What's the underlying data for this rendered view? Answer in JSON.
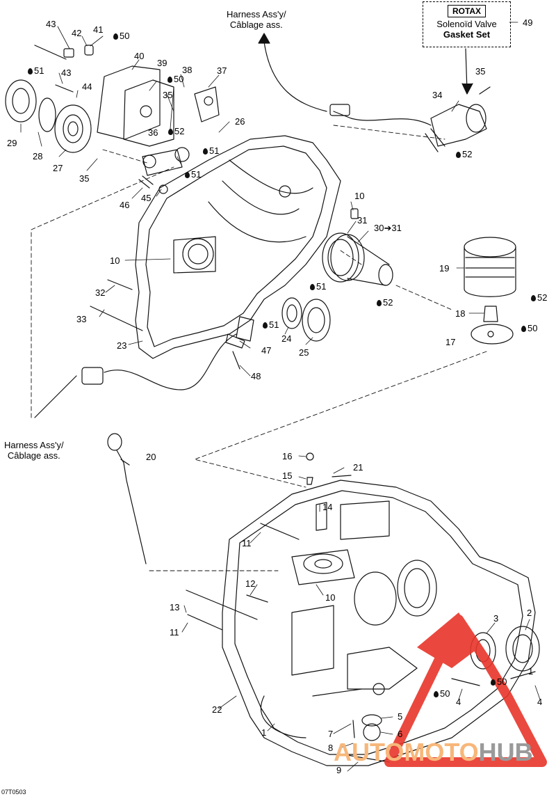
{
  "drawing_id": "07T0503",
  "watermark": {
    "part1": "AUTOMOTO",
    "part2": "HUB",
    "color_accent": "#e8352a",
    "color_orange": "#f5a35c",
    "color_gray": "#8c8c8c"
  },
  "harness_top": {
    "line1": "Harness Ass'y/",
    "line2": "Câblage ass."
  },
  "harness_left": {
    "line1": "Harness Ass'y/",
    "line2": "Câblage ass."
  },
  "kit": {
    "brand": "ROTAX",
    "line1": "Solenoïd Valve",
    "line2": "Gasket Set",
    "number": "49"
  },
  "callouts": [
    {
      "id": "c43a",
      "text": "43"
    },
    {
      "id": "c42",
      "text": "42"
    },
    {
      "id": "c41",
      "text": "41"
    },
    {
      "id": "c50a",
      "text": "50"
    },
    {
      "id": "c40",
      "text": "40"
    },
    {
      "id": "c39",
      "text": "39"
    },
    {
      "id": "c38",
      "text": "38"
    },
    {
      "id": "c37",
      "text": "37"
    },
    {
      "id": "c51a",
      "text": "51"
    },
    {
      "id": "c43b",
      "text": "43"
    },
    {
      "id": "c44",
      "text": "44"
    },
    {
      "id": "c50b",
      "text": "50"
    },
    {
      "id": "c35a",
      "text": "35"
    },
    {
      "id": "c52a",
      "text": "52"
    },
    {
      "id": "c36",
      "text": "36"
    },
    {
      "id": "c26",
      "text": "26"
    },
    {
      "id": "c51b",
      "text": "51"
    },
    {
      "id": "c29",
      "text": "29"
    },
    {
      "id": "c28",
      "text": "28"
    },
    {
      "id": "c27",
      "text": "27"
    },
    {
      "id": "c35b",
      "text": "35"
    },
    {
      "id": "c46",
      "text": "46"
    },
    {
      "id": "c45",
      "text": "45"
    },
    {
      "id": "c51c",
      "text": "51"
    },
    {
      "id": "c35c",
      "text": "35"
    },
    {
      "id": "c34",
      "text": "34"
    },
    {
      "id": "c52b",
      "text": "52"
    },
    {
      "id": "c10a",
      "text": "10"
    },
    {
      "id": "c31",
      "text": "31"
    },
    {
      "id": "c30",
      "text": "30➔31"
    },
    {
      "id": "c10b",
      "text": "10"
    },
    {
      "id": "c19",
      "text": "19"
    },
    {
      "id": "c52c",
      "text": "52"
    },
    {
      "id": "c51d",
      "text": "51"
    },
    {
      "id": "c52d",
      "text": "52"
    },
    {
      "id": "c32",
      "text": "32"
    },
    {
      "id": "c33",
      "text": "33"
    },
    {
      "id": "c18",
      "text": "18"
    },
    {
      "id": "c50c",
      "text": "50"
    },
    {
      "id": "c51e",
      "text": "51"
    },
    {
      "id": "c24",
      "text": "24"
    },
    {
      "id": "c17",
      "text": "17"
    },
    {
      "id": "c23",
      "text": "23"
    },
    {
      "id": "c47",
      "text": "47"
    },
    {
      "id": "c25",
      "text": "25"
    },
    {
      "id": "c48",
      "text": "48"
    },
    {
      "id": "c20",
      "text": "20"
    },
    {
      "id": "c16",
      "text": "16"
    },
    {
      "id": "c21",
      "text": "21"
    },
    {
      "id": "c15",
      "text": "15"
    },
    {
      "id": "c14",
      "text": "14"
    },
    {
      "id": "c11a",
      "text": "11"
    },
    {
      "id": "c12",
      "text": "12"
    },
    {
      "id": "c10c",
      "text": "10"
    },
    {
      "id": "c13",
      "text": "13"
    },
    {
      "id": "c11b",
      "text": "11"
    },
    {
      "id": "c3",
      "text": "3"
    },
    {
      "id": "c2",
      "text": "2"
    },
    {
      "id": "c50d",
      "text": "50"
    },
    {
      "id": "c50e",
      "text": "50"
    },
    {
      "id": "c4a",
      "text": "4"
    },
    {
      "id": "c1a",
      "text": "1"
    },
    {
      "id": "c4b",
      "text": "4"
    },
    {
      "id": "c22",
      "text": "22"
    },
    {
      "id": "c5",
      "text": "5"
    },
    {
      "id": "c1",
      "text": "1"
    },
    {
      "id": "c7",
      "text": "7"
    },
    {
      "id": "c6",
      "text": "6"
    },
    {
      "id": "c8",
      "text": "8"
    },
    {
      "id": "c9",
      "text": "9"
    }
  ]
}
